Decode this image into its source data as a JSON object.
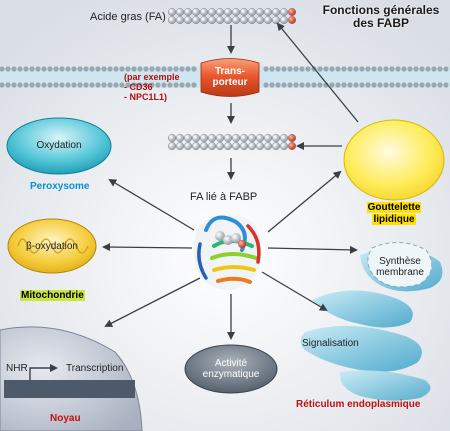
{
  "title": [
    "Fonctions générales",
    "des FABP"
  ],
  "fatty_acid_label": "Acide gras (FA)",
  "transporter": {
    "label": [
      "Trans-",
      "porteur"
    ],
    "examples": [
      "(par exemple",
      "- CD36",
      "- NPC1L1)"
    ]
  },
  "center_label": "FA lié à FABP",
  "peroxysome": {
    "inner": "Oxydation",
    "name": "Peroxysome"
  },
  "mitochondrie": {
    "inner": "β-oxydation",
    "name": "Mitochondrie"
  },
  "gouttelette": {
    "name": [
      "Gouttelette",
      "lipidique"
    ]
  },
  "reticulum": {
    "synthese": [
      "Synthèse",
      "membrane"
    ],
    "signal": "Signalisation",
    "name": "Réticulum endoplasmique"
  },
  "activite": [
    "Activité",
    "enzymatique"
  ],
  "noyau": {
    "nhr": "NHR",
    "transcription": "Transcription",
    "name": "Noyau"
  },
  "colors": {
    "membrane": "#bfe0ee",
    "transporter": "#e8532a",
    "peroxysome": "#28b2c8",
    "mitochondrie": "#f0c419",
    "gouttelette": "#ffe94a",
    "reticulum": "#7ac6e0",
    "activite": "#5f6a75",
    "noyau": "#b8bfcc"
  }
}
